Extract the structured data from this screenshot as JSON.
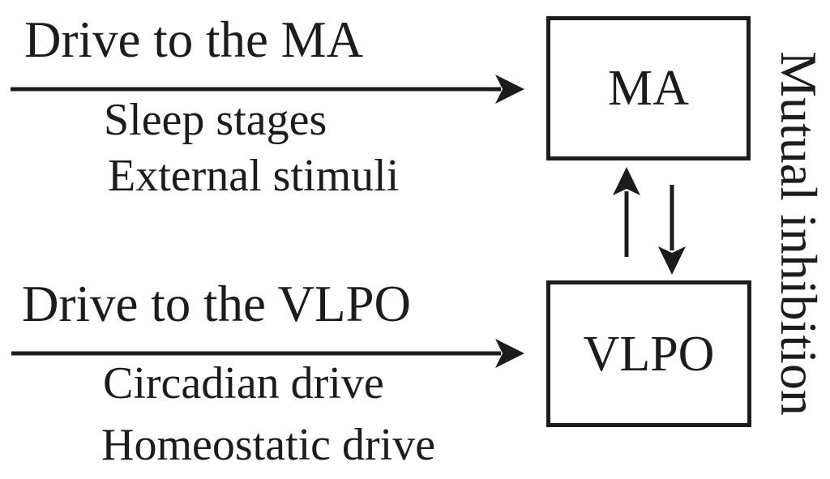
{
  "colors": {
    "ink": "#1c1c1c",
    "background": "#ffffff"
  },
  "ma_drive": {
    "heading": "Drive to the MA",
    "factors": [
      "Sleep stages",
      "External stimuli"
    ]
  },
  "vlpo_drive": {
    "heading": "Drive to the VLPO",
    "factors": [
      "Circadian drive",
      "Homeostatic drive"
    ]
  },
  "nodes": {
    "ma": {
      "label": "MA"
    },
    "vlpo": {
      "label": "VLPO"
    }
  },
  "relationship": {
    "label": "Mutual inhibition"
  },
  "icons": {
    "ma_input_arrow": "right-arrow-icon",
    "vlpo_input_arrow": "right-arrow-icon",
    "vlpo_to_ma_arrow": "up-arrow-icon",
    "ma_to_vlpo_arrow": "down-arrow-icon"
  }
}
